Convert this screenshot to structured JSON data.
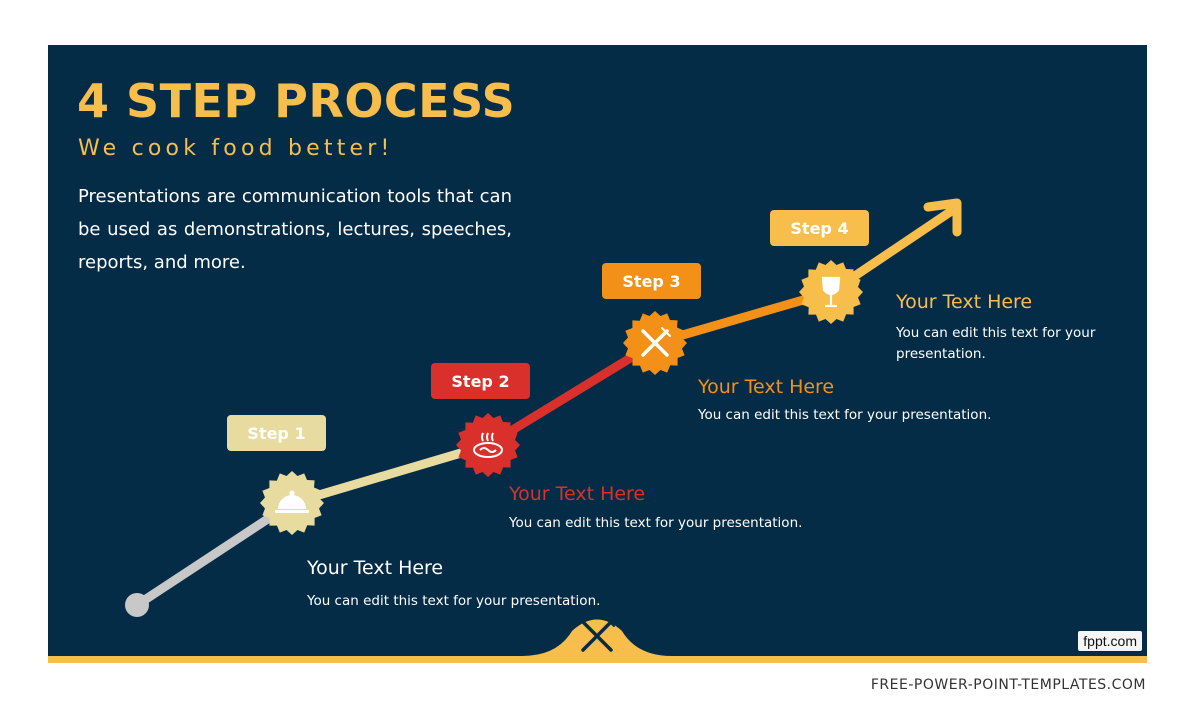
{
  "slide": {
    "title": "4 STEP PROCESS",
    "subtitle": "We cook food better!",
    "description": "Presentations are communication tools that can be used as demonstrations, lectures, speeches, reports, and more."
  },
  "steps": [
    {
      "label": "Step 1",
      "heading": "Your Text Here",
      "body": "You can edit this text for your presentation.",
      "color": "#e8dba0",
      "heading_color": "#ffffff",
      "icon": "cloche-icon"
    },
    {
      "label": "Step 2",
      "heading": "Your Text Here",
      "body": "You can edit this text for your presentation.",
      "color": "#d9302c",
      "heading_color": "#d9302c",
      "icon": "noodle-bowl-icon"
    },
    {
      "label": "Step 3",
      "heading": "Your Text Here",
      "body": "You can edit this text for your presentation.",
      "color": "#f39017",
      "heading_color": "#f39017",
      "icon": "fork-knife-icon"
    },
    {
      "label": "Step 4",
      "heading": "Your Text Here",
      "body": "You can edit this text for your presentation.",
      "color": "#f7be4b",
      "heading_color": "#f7be4b",
      "icon": "wine-glass-icon"
    }
  ],
  "colors": {
    "background": "#052c47",
    "accent": "#f7be4b",
    "start_line": "#c8c8c8"
  },
  "badge": "fppt.com",
  "footer": "FREE-POWER-POINT-TEMPLATES.COM"
}
